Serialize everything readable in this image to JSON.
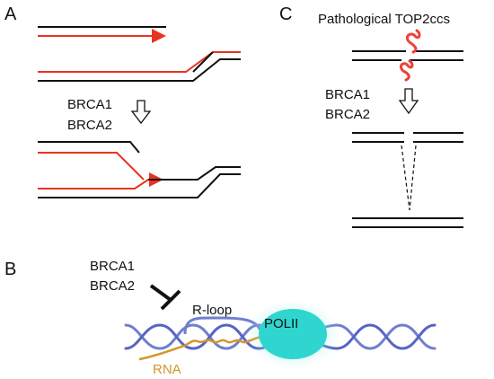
{
  "panels": {
    "a": {
      "letter": "A",
      "proteins": [
        "BRCA1",
        "BRCA2"
      ]
    },
    "b": {
      "letter": "B",
      "proteins": [
        "BRCA1",
        "BRCA2"
      ],
      "rloop_label": "R-loop",
      "polii_label": "POLII",
      "rna_label": "RNA"
    },
    "c": {
      "letter": "C",
      "title": "Pathological TOP2ccs",
      "proteins": [
        "BRCA1",
        "BRCA2"
      ]
    }
  },
  "colors": {
    "dna_strand": "#111111",
    "nascent_strand": "#e8331f",
    "top2cc": "#ef4136",
    "helix_a": "#6f7fd0",
    "helix_b": "#5566c4",
    "rna": "#d3962b",
    "polii": "#2fd6d0",
    "polii_glow": "#9df0ea"
  },
  "icons": [
    "down-arrow-icon",
    "inhibition-bar-icon",
    "top2cc-icon"
  ]
}
